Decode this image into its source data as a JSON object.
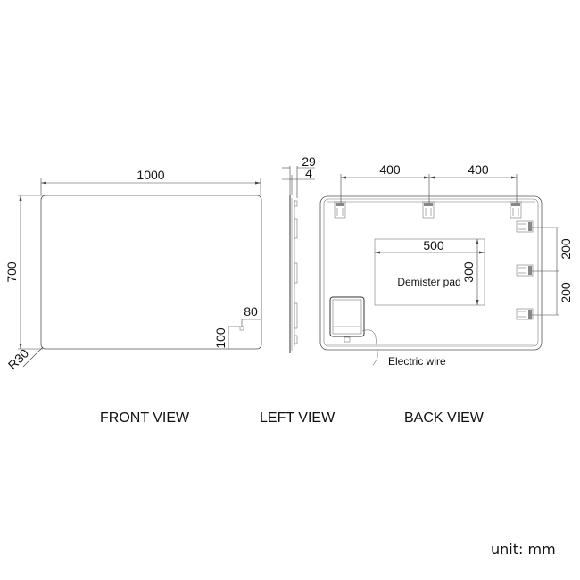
{
  "front_view": {
    "label": "FRONT VIEW",
    "width_dim": "1000",
    "height_dim": "700",
    "corner_radius_dim": "R30",
    "sensor_offset_x_dim": "80",
    "sensor_offset_y_dim": "100"
  },
  "left_view": {
    "label": "LEFT VIEW",
    "depth_dim": "29",
    "glass_dim": "4"
  },
  "back_view": {
    "label": "BACK VIEW",
    "bracket_spacing_1": "400",
    "bracket_spacing_2": "400",
    "side_spacing_1": "200",
    "side_spacing_2": "200",
    "demister_width": "500",
    "demister_height": "300",
    "demister_label": "Demister pad",
    "wire_label": "Electric wire"
  },
  "unit_label": "unit: mm"
}
